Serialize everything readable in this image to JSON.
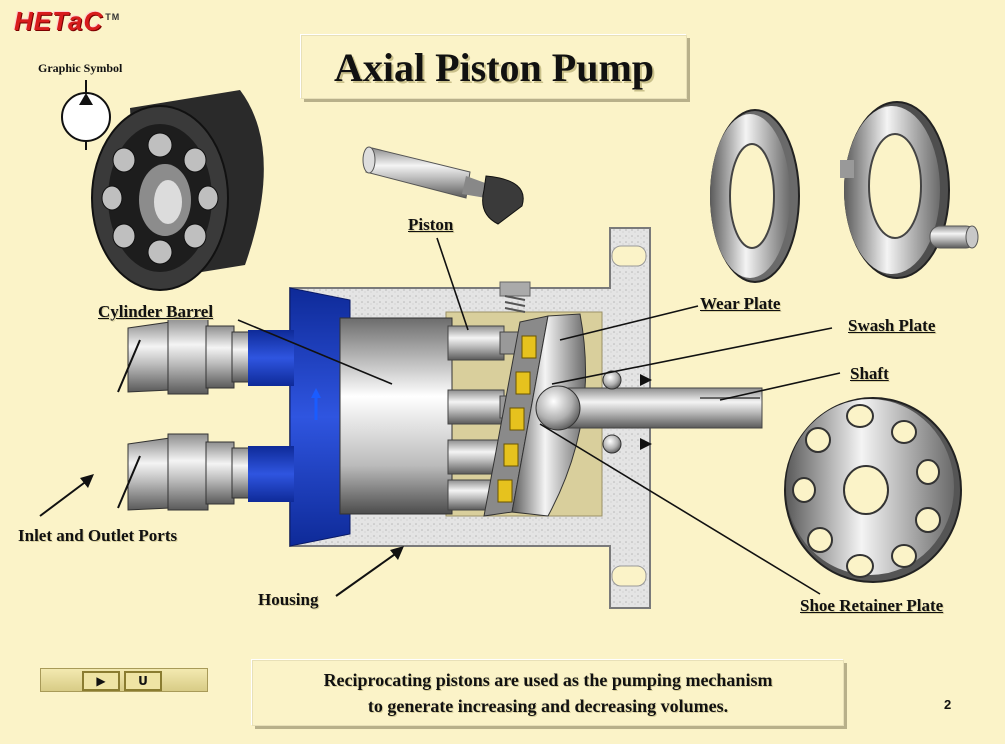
{
  "logo": {
    "text": "HETaC",
    "tm": "TM"
  },
  "title": "Axial Piston Pump",
  "graphic_symbol_label": "Graphic Symbol",
  "labels": {
    "piston": "Piston",
    "cylinder_barrel": "Cylinder Barrel",
    "wear_plate": "Wear Plate",
    "swash_plate": "Swash Plate",
    "shaft": "Shaft",
    "inlet_outlet": "Inlet and Outlet Ports",
    "housing": "Housing",
    "shoe_retainer": "Shoe Retainer Plate"
  },
  "caption": {
    "line1": "Reciprocating pistons are used as the pumping mechanism",
    "line2": "to generate increasing and decreasing volumes."
  },
  "page_number": "2",
  "nav": {
    "play": "▶",
    "return": "U"
  },
  "colors": {
    "background": "#fbf3c8",
    "logo": "#d81c1c",
    "barrel_blue": "#1e3fc4",
    "shoe_yellow": "#e6c21e"
  }
}
